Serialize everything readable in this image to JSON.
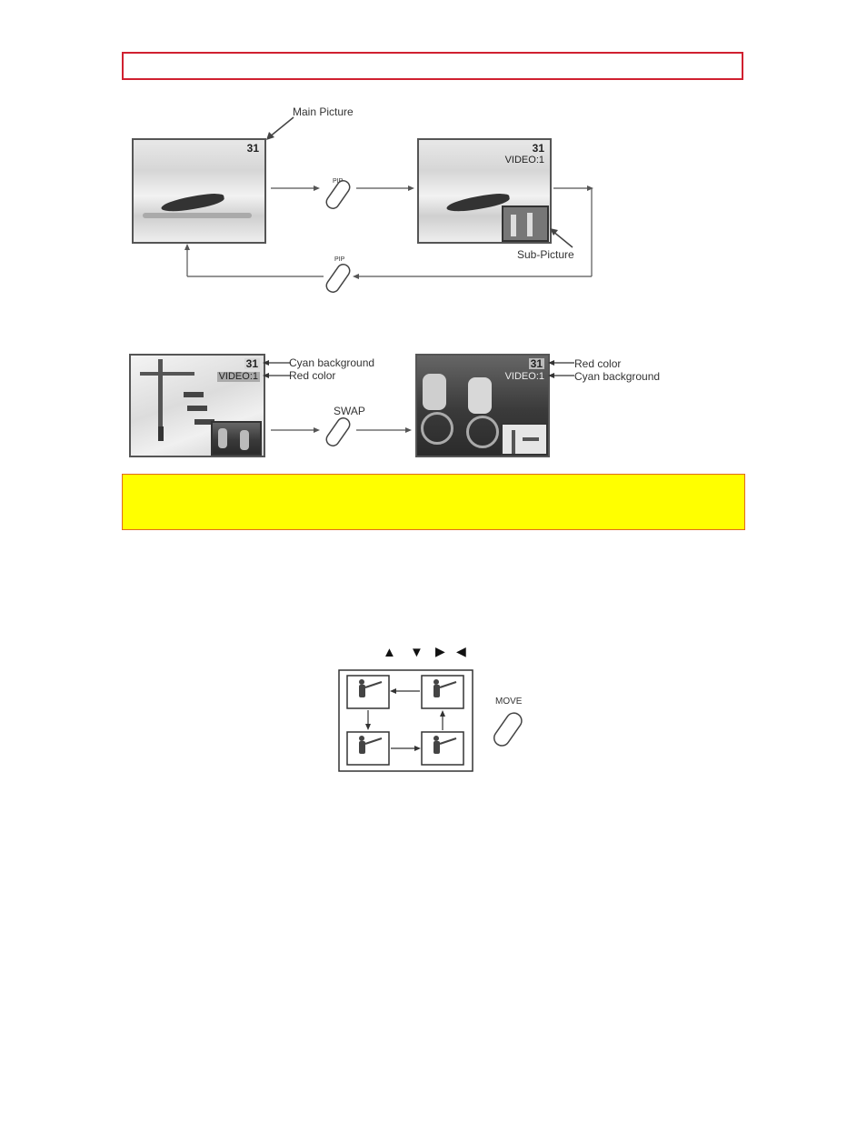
{
  "header": {
    "text": ""
  },
  "note": {
    "text": ""
  },
  "diagram1": {
    "main_picture_label": "Main Picture",
    "sub_picture_label": "Sub-Picture",
    "pip_label_top": "PIP",
    "pip_label_bottom": "PIP",
    "screen1_channel": "31",
    "screen2_channel": "31",
    "screen2_osd": "VIDEO:1"
  },
  "diagram2": {
    "screen1_channel": "31",
    "screen1_osd": "VIDEO:1",
    "screen1_label_channel": "Cyan background",
    "screen1_label_osd": "Red color",
    "swap_label": "SWAP",
    "screen2_channel": "31",
    "screen2_osd": "VIDEO:1",
    "screen2_label_channel": "Red color",
    "screen2_label_osd": "Cyan background"
  },
  "diagram3": {
    "arrow_up": "▲",
    "arrow_down": "▼",
    "arrow_right": "▶",
    "arrow_left": "◀",
    "move_label": "MOVE"
  },
  "colors": {
    "header_border": "#d02030",
    "note_background": "#ffff00",
    "note_border": "#e06a20"
  }
}
